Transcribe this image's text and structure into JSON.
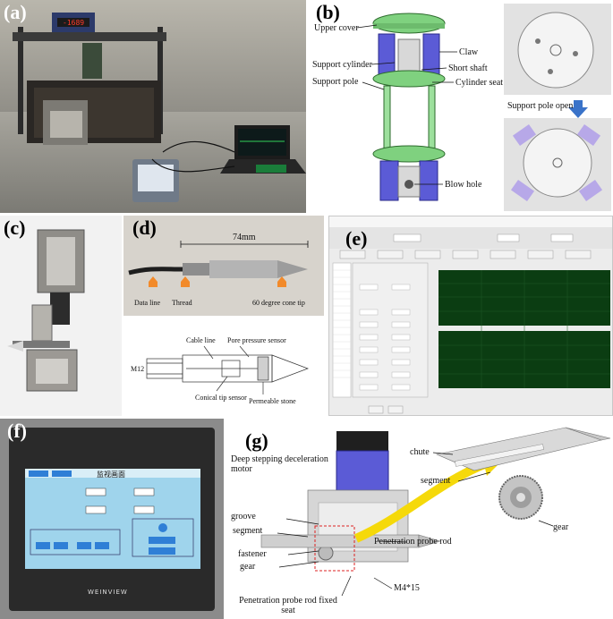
{
  "panels": {
    "a": {
      "label": "(a)",
      "display": "-1689"
    },
    "b": {
      "label": "(b)",
      "callouts": {
        "upper_cover": "Upper cover",
        "claw": "Claw",
        "support_cylinder": "Support cylinder",
        "short_shaft": "Short shaft",
        "support_pole": "Support pole",
        "cylinder_seat": "Cylinder seat",
        "blow_hole": "Blow hole",
        "support_pole_open": "Support pole open"
      }
    },
    "c": {
      "label": "(c)"
    },
    "d": {
      "label": "(d)",
      "length": "74mm",
      "callouts": {
        "data_line": "Data line",
        "thread": "Thread",
        "cone_tip": "60 degree cone tip",
        "cable_line": "Cable line",
        "pore_pressure_sensor": "Pore pressure sensor",
        "m12": "M12",
        "conical_tip_sensor": "Conical tip sensor",
        "permeable_stone": "Permeable stone"
      }
    },
    "e": {
      "label": "(e)"
    },
    "f": {
      "label": "(f)",
      "brand": "WEINVIEW",
      "screen_title": "监视画面"
    },
    "g": {
      "label": "(g)",
      "callouts": {
        "motor": "Deep stepping deceleration motor",
        "groove": "groove",
        "segment_left": "segment",
        "fastener": "fastener",
        "gear_left": "gear",
        "probe_rod": "Penetration probe rod",
        "m4": "M4*15",
        "fixed_seat": "Penetration probe rod fixed seat",
        "chute": "chute",
        "segment_right": "segment",
        "gear_right": "gear"
      }
    }
  },
  "colors": {
    "blue_part": "#5b5bd6",
    "green_part": "#8fd18f",
    "plot_green": "#0b3d12",
    "hmi_screen": "#9fd4ec",
    "arrow_blue": "#3a73c9",
    "arrow_yellow": "#f5d90a"
  }
}
